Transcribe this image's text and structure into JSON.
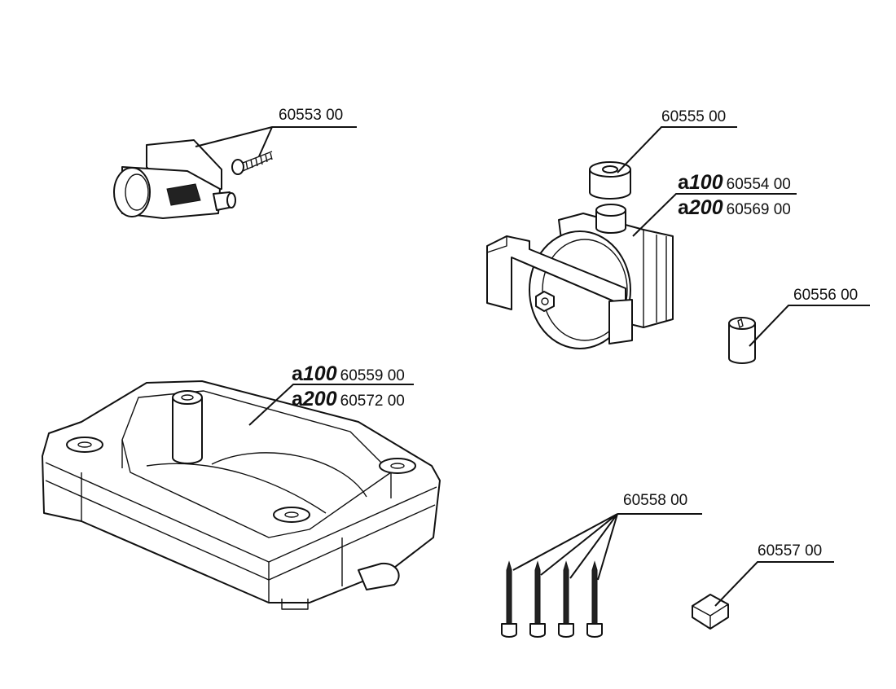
{
  "parts": {
    "valve": {
      "part_number": "60553 00"
    },
    "cap": {
      "part_number": "60555 00"
    },
    "pump_unit": {
      "variants": [
        {
          "prefix": "a",
          "model": "100",
          "part_number": "60554 00"
        },
        {
          "prefix": "a",
          "model": "200",
          "part_number": "60569 00"
        }
      ]
    },
    "bushing": {
      "part_number": "60556 00"
    },
    "housing": {
      "variants": [
        {
          "prefix": "a",
          "model": "100",
          "part_number": "60559 00"
        },
        {
          "prefix": "a",
          "model": "200",
          "part_number": "60572 00"
        }
      ]
    },
    "screws": {
      "part_number": "60558 00"
    },
    "pad": {
      "part_number": "60557 00"
    }
  }
}
